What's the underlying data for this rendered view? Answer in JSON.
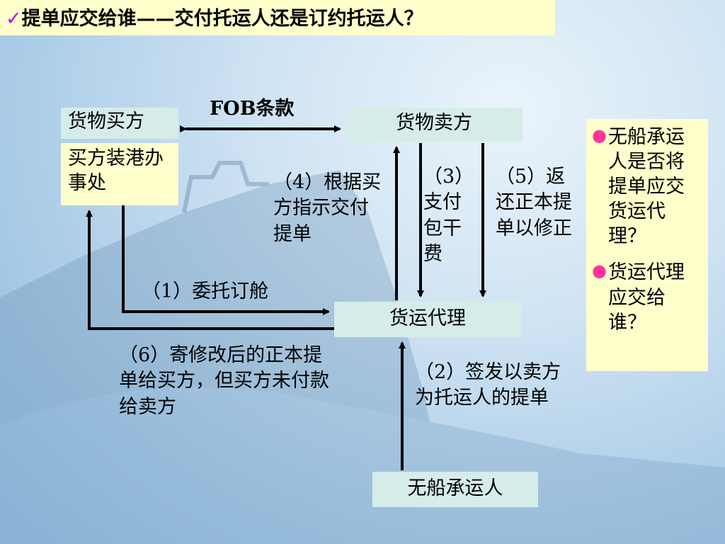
{
  "title": {
    "check": "✓",
    "text": "提单应交给谁——交付托运人还是订约托运人？"
  },
  "nodes": {
    "buyer": "货物买方",
    "buyer_office": "买方装港办事处",
    "seller": "货物卖方",
    "forwarder": "货运代理",
    "nvocc": "无船承运人"
  },
  "labels": {
    "fob": "FOB条款",
    "step1": "（1）委托订舱",
    "step2": "（2）签发以卖方为托运人的提单",
    "step3": "（3）支付包干费",
    "step4": "（4）根据买方指示交付提单",
    "step5": "（5）返还正本提单以修正",
    "step6": "（6）寄修改后的正本提单给买方，但买方未付款给卖方"
  },
  "side_questions": [
    "无船承运人是否将提单应交货运代理？",
    "货运代理应交给谁？"
  ],
  "colors": {
    "title_bg": "#ffffcc",
    "node_yellow": "#ffffcc",
    "node_teal": "#d6ece8",
    "bullet": "#ff3399",
    "check": "#cc00cc"
  }
}
